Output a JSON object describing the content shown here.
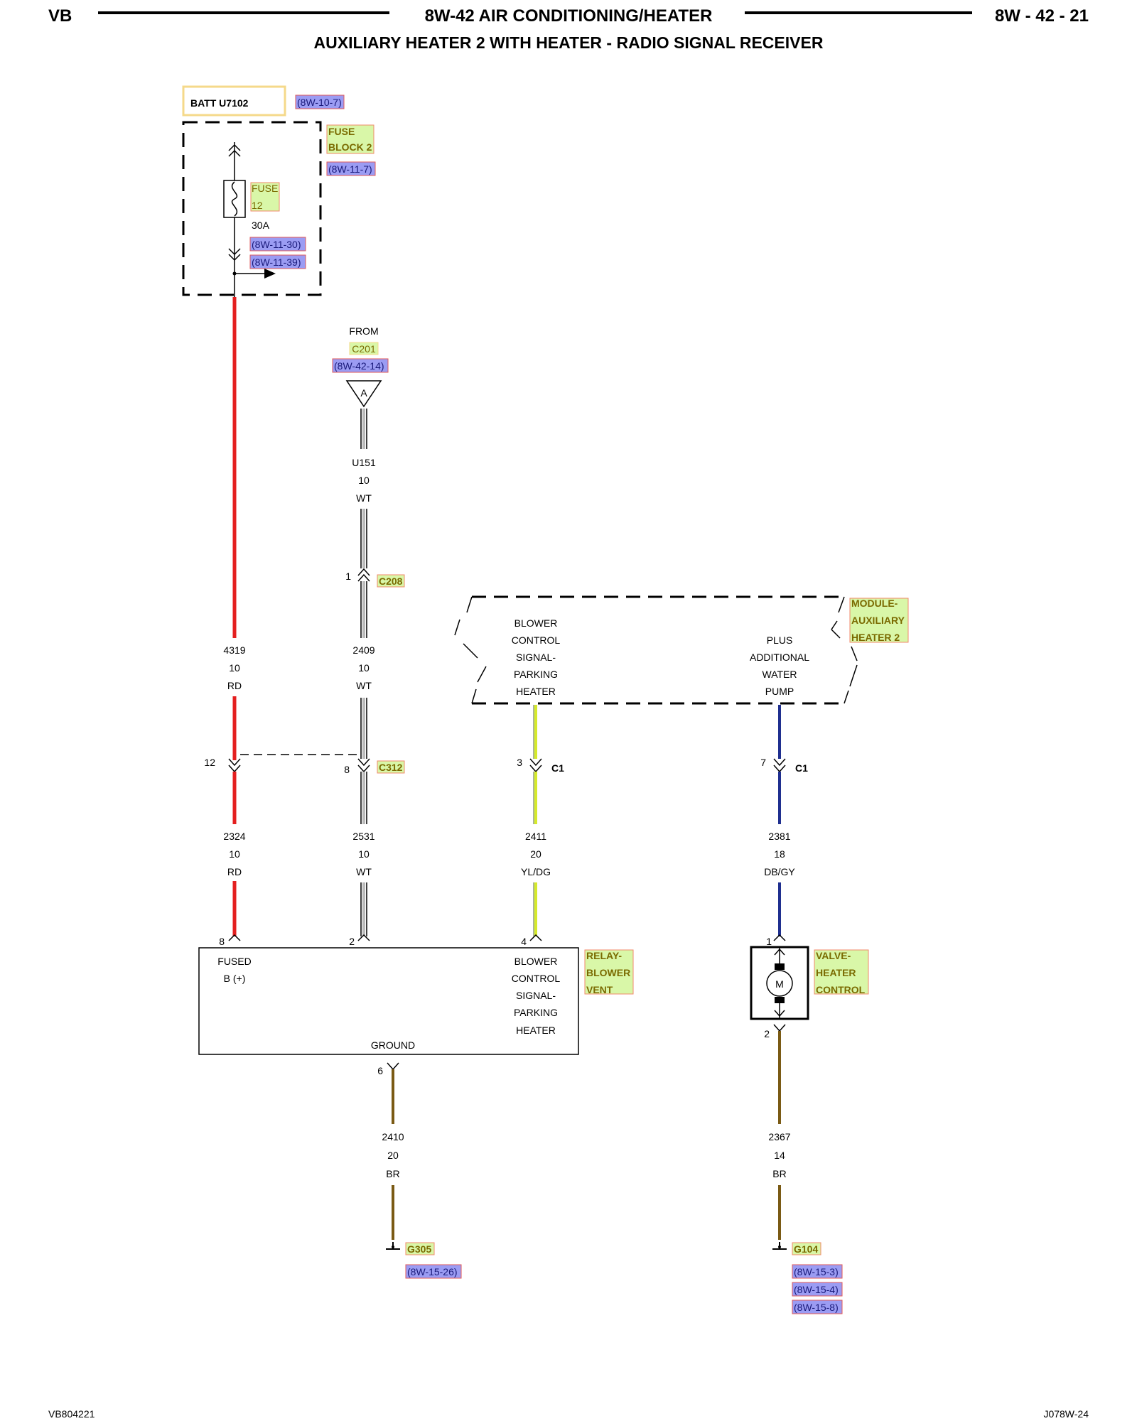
{
  "header": {
    "left": "VB",
    "center": "8W-42 AIR CONDITIONING/HEATER",
    "right": "8W - 42 - 21",
    "subtitle": "AUXILIARY HEATER 2 WITH HEATER - RADIO SIGNAL RECEIVER"
  },
  "footer": {
    "left": "VB804221",
    "right": "J078W-24"
  },
  "colors": {
    "RD": "#e41f1f",
    "WT": "#555555",
    "YL_DG": "#d6ea2a",
    "DB_GY": "#1f2f8f",
    "BR": "#7a5a14",
    "link_fill": "#9b9cf3",
    "link_stroke": "#e05a5a",
    "comp_fill": "#d9f7a8",
    "comp_stroke": "#f08a6a",
    "batt_stroke": "#f5d98a"
  },
  "battery": {
    "label": "BATT U7102",
    "ref": "(8W-10-7)"
  },
  "fuse_block": {
    "name": [
      "FUSE",
      "BLOCK 2"
    ],
    "ref": "(8W-11-7)",
    "fuse_name": [
      "FUSE",
      "12"
    ],
    "rating": "30A",
    "refs": [
      "(8W-11-30)",
      "(8W-11-39)"
    ]
  },
  "from_conn": {
    "from": "FROM",
    "conn": "C201",
    "ref": "(8W-42-14)",
    "letter": "A"
  },
  "wires": {
    "u151": [
      "U151",
      "10",
      "WT"
    ],
    "w4319": [
      "4319",
      "10",
      "RD"
    ],
    "w2409": [
      "2409",
      "10",
      "WT"
    ],
    "w2324": [
      "2324",
      "10",
      "RD"
    ],
    "w2531": [
      "2531",
      "10",
      "WT"
    ],
    "w2411": [
      "2411",
      "20",
      "YL/DG"
    ],
    "w2381": [
      "2381",
      "18",
      "DB/GY"
    ],
    "w2410": [
      "2410",
      "20",
      "BR"
    ],
    "w2367": [
      "2367",
      "14",
      "BR"
    ]
  },
  "connectors": {
    "c208": {
      "pin": "1",
      "name": "C208"
    },
    "c312_12": {
      "pin": "12"
    },
    "c312_8": {
      "pin": "8",
      "name": "C312"
    },
    "c1_3": {
      "pin": "3",
      "name": "C1"
    },
    "c1_7": {
      "pin": "7",
      "name": "C1"
    }
  },
  "module": {
    "name": [
      "MODULE-",
      "AUXILIARY",
      "HEATER 2"
    ],
    "left_text": [
      "BLOWER",
      "CONTROL",
      "SIGNAL-",
      "PARKING",
      "HEATER"
    ],
    "right_text": [
      "PLUS",
      "ADDITIONAL",
      "WATER",
      "PUMP"
    ]
  },
  "relay": {
    "name": [
      "RELAY-",
      "BLOWER",
      "VENT"
    ],
    "pins": [
      "8",
      "2",
      "4",
      "6"
    ],
    "fused": [
      "FUSED",
      "B (+)"
    ],
    "right_text": [
      "BLOWER",
      "CONTROL",
      "SIGNAL-",
      "PARKING",
      "HEATER"
    ],
    "ground": "GROUND"
  },
  "valve": {
    "name": [
      "VALVE-",
      "HEATER",
      "CONTROL"
    ],
    "pins": [
      "1",
      "2"
    ],
    "motor": "M"
  },
  "grounds": {
    "g305": {
      "name": "G305",
      "refs": [
        "(8W-15-26)"
      ]
    },
    "g104": {
      "name": "G104",
      "refs": [
        "(8W-15-3)",
        "(8W-15-4)",
        "(8W-15-8)"
      ]
    }
  }
}
